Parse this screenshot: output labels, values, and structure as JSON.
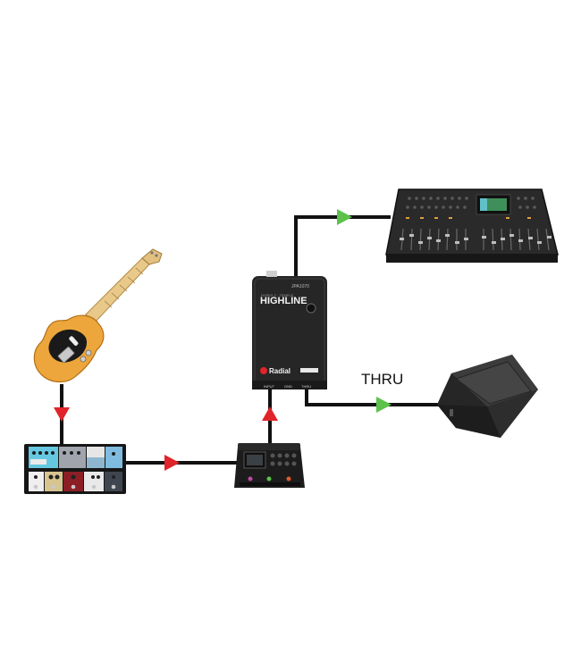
{
  "labels": {
    "thru": "THRU"
  },
  "devices": {
    "guitar": "electric-guitar",
    "pedalboard": "pedalboard",
    "multi_fx": "multi-effects-processor",
    "di_box": {
      "model_small": "JPA1070",
      "brand_small": "HYPEX 2 · TEMPLE",
      "name": "HIGHLINE",
      "brand": "Radial",
      "jack_input": "INPUT",
      "jack_middle": "GND",
      "jack_thru": "THRU"
    },
    "mixer": "digital-mixing-console",
    "monitor": "stage-monitor-speaker"
  },
  "colors": {
    "signal_arrow": "#e0242a",
    "output_arrow": "#5cc24a",
    "cable": "#111111"
  }
}
